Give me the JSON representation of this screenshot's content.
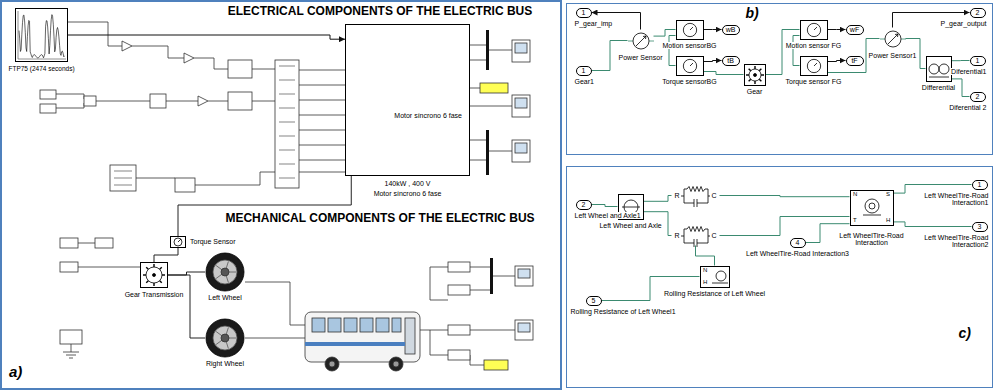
{
  "diagram": {
    "nodes": [
      {
        "text": [
          "ELECTRICAL COMPONENTS OF THE ELECTRIC BUS",
          "MECHANICAL COMPONENTS OF THE ELECTRIC BUS",
          "a)"
        ]
      },
      {
        "text": [
          "FTP75 (2474 seconds)"
        ],
        "in": 0
      },
      {
        "text": [
          "Motor síncrono 6 fase",
          "140kW , 400 V",
          "Motor síncrono 6 fase"
        ],
        "in": 0
      },
      {
        "text": [
          "Torque Sensor"
        ],
        "in": 0
      },
      {
        "text": [
          "Gear Transmission"
        ],
        "in": 0
      },
      {
        "text": [
          "Left Wheel"
        ],
        "in": 0
      },
      {
        "text": [
          "Right Wheel"
        ],
        "in": 0
      },
      {
        "text": [
          "b)"
        ]
      },
      {
        "text": [
          "1",
          "P_gear_imp"
        ],
        "in": 7
      },
      {
        "text": [
          "Power Sensor"
        ],
        "in": 7
      },
      {
        "text": [
          "1",
          "Gear1"
        ],
        "in": 7
      },
      {
        "text": [
          "Motion sensorBG"
        ],
        "in": 7
      },
      {
        "text": [
          "Torque sensorBG"
        ],
        "in": 7
      },
      {
        "text": [
          "wB"
        ],
        "in": 7
      },
      {
        "text": [
          "tB"
        ],
        "in": 7
      },
      {
        "text": [
          "Gear"
        ],
        "in": 7
      },
      {
        "text": [
          "Motion sensor FG"
        ],
        "in": 7
      },
      {
        "text": [
          "Torque sensor FG"
        ],
        "in": 7
      },
      {
        "text": [
          "wF"
        ],
        "in": 7
      },
      {
        "text": [
          "tF"
        ],
        "in": 7
      },
      {
        "text": [
          "Power Sensor1"
        ],
        "in": 7
      },
      {
        "text": [
          "Differential"
        ],
        "in": 7
      },
      {
        "text": [
          "2",
          "P_gear_output"
        ],
        "in": 7
      },
      {
        "text": [
          "1",
          "Diferential1"
        ],
        "in": 7
      },
      {
        "text": [
          "2",
          "Diferential 2"
        ],
        "in": 7
      },
      {
        "text": [
          "c)"
        ]
      },
      {
        "text": [
          "2",
          "Left Wheel and Axle1"
        ],
        "in": 25
      },
      {
        "text": [
          "Left Wheel and Axle"
        ],
        "in": 25
      },
      {
        "text": [
          "R",
          "C"
        ],
        "in": 25
      },
      {
        "text": [
          "R",
          "C"
        ],
        "in": 25
      },
      {
        "text": [
          "Rolling Resistance of Left Wheel"
        ],
        "in": 25
      },
      {
        "text": [
          "5",
          "Rolling Resistance of Left Wheel1"
        ],
        "in": 25
      },
      {
        "text": [
          "4",
          "Left WheelTire-Road Interaction3"
        ],
        "in": 25
      },
      {
        "text": [
          "Left WheelTire-Road Interaction"
        ],
        "in": 25
      },
      {
        "text": [
          "1",
          "Left WheelTire-Road Interaction1"
        ],
        "in": 25
      },
      {
        "text": [
          "3",
          "Left WheelTire-Road Interaction2"
        ],
        "in": 25
      }
    ],
    "edges": [
      {
        "from": 1,
        "to": 2,
        "arrow": "to"
      },
      {
        "from": 2,
        "to": 3,
        "arrow": "none"
      },
      {
        "from": 3,
        "to": 4,
        "arrow": "none"
      },
      {
        "from": 4,
        "to": 5,
        "arrow": "none"
      },
      {
        "from": 4,
        "to": 6,
        "arrow": "none"
      },
      {
        "from": 10,
        "to": 9,
        "arrow": "none"
      },
      {
        "from": 9,
        "to": 8,
        "arrow": "to"
      },
      {
        "from": 9,
        "to": 11,
        "arrow": "none"
      },
      {
        "from": 11,
        "to": 12,
        "arrow": "none"
      },
      {
        "from": 11,
        "to": 13,
        "arrow": "to"
      },
      {
        "from": 12,
        "to": 14,
        "arrow": "to"
      },
      {
        "from": 12,
        "to": 15,
        "arrow": "none"
      },
      {
        "from": 15,
        "to": 16,
        "arrow": "none"
      },
      {
        "from": 16,
        "to": 17,
        "arrow": "none"
      },
      {
        "from": 16,
        "to": 18,
        "arrow": "to"
      },
      {
        "from": 17,
        "to": 19,
        "arrow": "to"
      },
      {
        "from": 17,
        "to": 20,
        "arrow": "none"
      },
      {
        "from": 20,
        "to": 22,
        "arrow": "to"
      },
      {
        "from": 20,
        "to": 21,
        "arrow": "none"
      },
      {
        "from": 21,
        "to": 23,
        "arrow": "none"
      },
      {
        "from": 21,
        "to": 24,
        "arrow": "none"
      },
      {
        "from": 26,
        "to": 27,
        "arrow": "none"
      },
      {
        "from": 27,
        "to": 28,
        "arrow": "none"
      },
      {
        "from": 27,
        "to": 29,
        "arrow": "none"
      },
      {
        "from": 28,
        "to": 33,
        "arrow": "none"
      },
      {
        "from": 29,
        "to": 33,
        "arrow": "none"
      },
      {
        "from": 29,
        "to": 30,
        "arrow": "none"
      },
      {
        "from": 30,
        "to": 31,
        "arrow": "none"
      },
      {
        "from": 33,
        "to": 32,
        "arrow": "none"
      },
      {
        "from": 33,
        "to": 34,
        "arrow": "none"
      },
      {
        "from": 33,
        "to": 35,
        "arrow": "none"
      }
    ],
    "labels": [
      "N",
      "H",
      "N",
      "S",
      "T",
      "H"
    ]
  }
}
